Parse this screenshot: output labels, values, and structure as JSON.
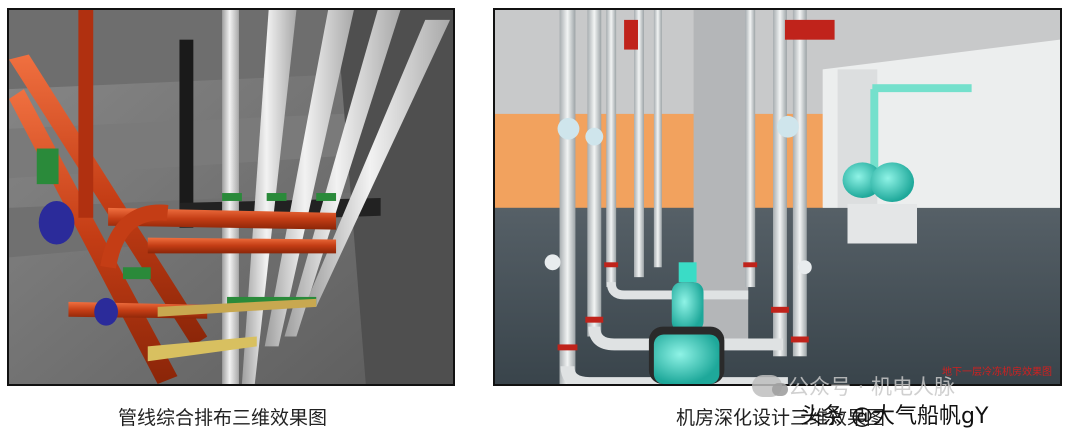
{
  "left_image": {
    "caption": "管线综合排布三维效果图"
  },
  "right_image": {
    "caption": "机房深化设计三维效果图",
    "corner_note": "地下一层冷冻机房效果图"
  },
  "watermarks": {
    "wechat": "公众号 · 机电人脉",
    "toutiao": "头条 @大气船帆gY"
  }
}
